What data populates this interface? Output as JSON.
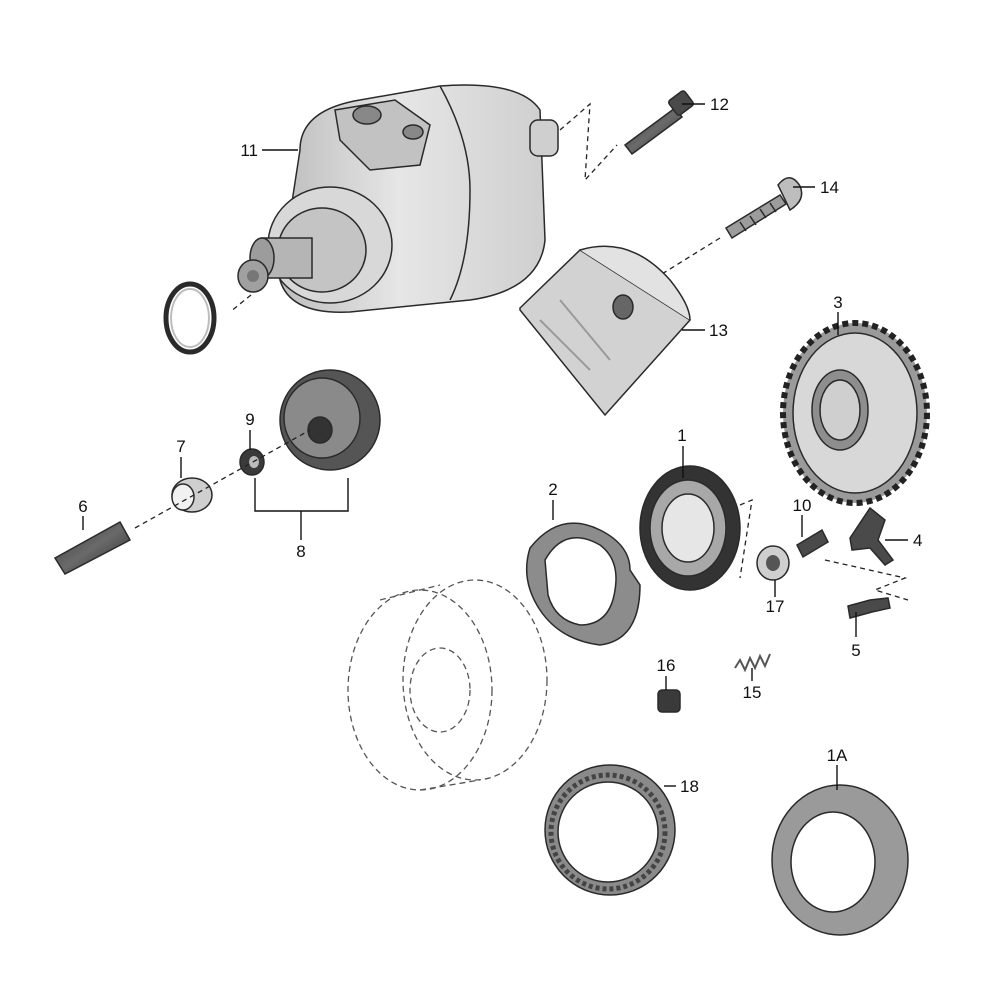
{
  "parts": [
    {
      "id": "p11",
      "label": "11"
    },
    {
      "id": "p12",
      "label": "12"
    },
    {
      "id": "p14",
      "label": "14"
    },
    {
      "id": "p13",
      "label": "13"
    },
    {
      "id": "p3",
      "label": "3"
    },
    {
      "id": "p9",
      "label": "9"
    },
    {
      "id": "p7",
      "label": "7"
    },
    {
      "id": "p6",
      "label": "6"
    },
    {
      "id": "p8",
      "label": "8"
    },
    {
      "id": "p1",
      "label": "1"
    },
    {
      "id": "p2",
      "label": "2"
    },
    {
      "id": "p10",
      "label": "10"
    },
    {
      "id": "p4",
      "label": "4"
    },
    {
      "id": "p17",
      "label": "17"
    },
    {
      "id": "p5",
      "label": "5"
    },
    {
      "id": "p16",
      "label": "16"
    },
    {
      "id": "p15",
      "label": "15"
    },
    {
      "id": "p18",
      "label": "18"
    },
    {
      "id": "p1a",
      "label": "1A"
    }
  ],
  "colors": {
    "part_light": "#d4d4d4",
    "part_mid": "#a9a9a9",
    "part_dark": "#5f5f5f",
    "part_black": "#2c2c2c",
    "line": "#111111"
  }
}
